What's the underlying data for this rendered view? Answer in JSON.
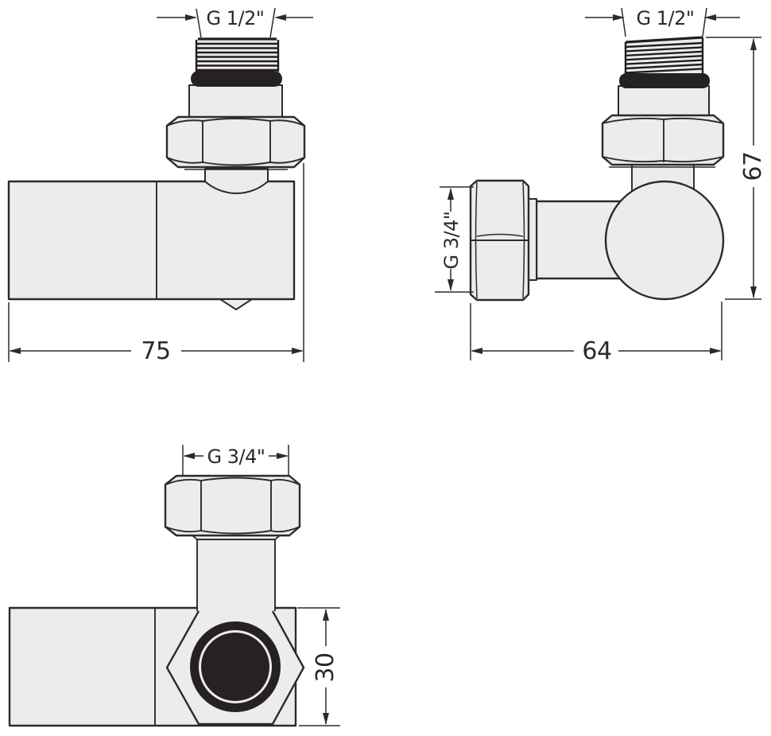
{
  "drawing_title": "valve-three-view-technical-drawing",
  "colors": {
    "background": "#ffffff",
    "part_fill": "#ececec",
    "outline_stroke": "#2d2a2a",
    "seal_black": "#262223"
  },
  "views": {
    "front": {
      "name": "front-view",
      "thread_label": "G 1/2\"",
      "width_label": "75"
    },
    "side": {
      "name": "side-view",
      "thread_label": "G 1/2\"",
      "union_nut_label": "G 3/4\"",
      "width_label": "64",
      "height_label": "67"
    },
    "bottom": {
      "name": "bottom-view",
      "union_nut_label": "G 3/4\"",
      "height_label": "30"
    }
  }
}
